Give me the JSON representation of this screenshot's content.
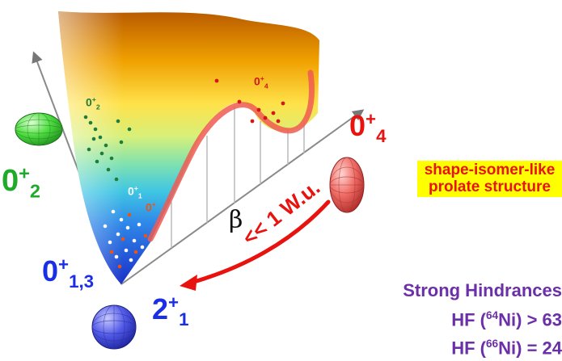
{
  "states": {
    "g02": {
      "base": "0",
      "sup": "+",
      "sub": "2"
    },
    "g013": {
      "base": "0",
      "sup": "+",
      "sub": "1,3"
    },
    "g21": {
      "base": "2",
      "sup": "+",
      "sub": "1"
    },
    "g04": {
      "base": "0",
      "sup": "+",
      "sub": "4"
    }
  },
  "surface_labels": {
    "s02": {
      "base": "0",
      "sup": "+",
      "sub": "2"
    },
    "s04": {
      "base": "0",
      "sup": "+",
      "sub": "4"
    },
    "s01": {
      "base": "0",
      "sup": "+",
      "sub": "1"
    },
    "s0x": {
      "base": "0",
      "sup": "+"
    }
  },
  "shape_box": {
    "line1": "shape-isomer-like",
    "line2": "prolate structure"
  },
  "axis_label": "β",
  "transition_label": "<< 1 W.u.",
  "hindrance": {
    "title": "Strong Hindrances",
    "hf1": {
      "pre": "HF (",
      "mass": "64",
      "post": "Ni) > 63"
    },
    "hf2": {
      "pre": "HF (",
      "mass": "66",
      "post": "Ni) = 24"
    }
  },
  "colors": {
    "blue": "#1a2ee6",
    "green": "#1faa2b",
    "red": "#e8130f",
    "purple": "#6b2fa8",
    "highlight": "#ffff00"
  }
}
